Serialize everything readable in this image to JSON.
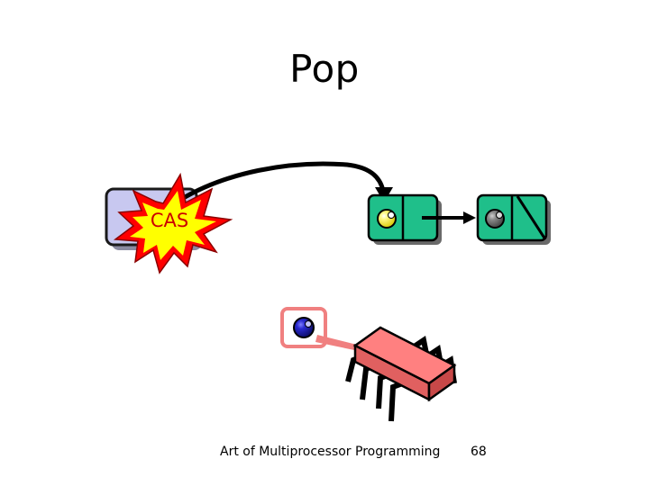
{
  "slide": {
    "title": "Pop",
    "footer": "Art of Multiprocessor Programming",
    "page_number": "68"
  },
  "diagram": {
    "cas_label": "CAS"
  },
  "colors": {
    "top_box": "#c8c8f0",
    "node": "#1fbf8a",
    "burst_outer": "#ff0000",
    "burst_inner": "#ffff00",
    "thread_body": "#ff8080",
    "node_value_yellow": "#ffff00",
    "node_value_gray": "#707070",
    "local_value": "#2020b0"
  }
}
